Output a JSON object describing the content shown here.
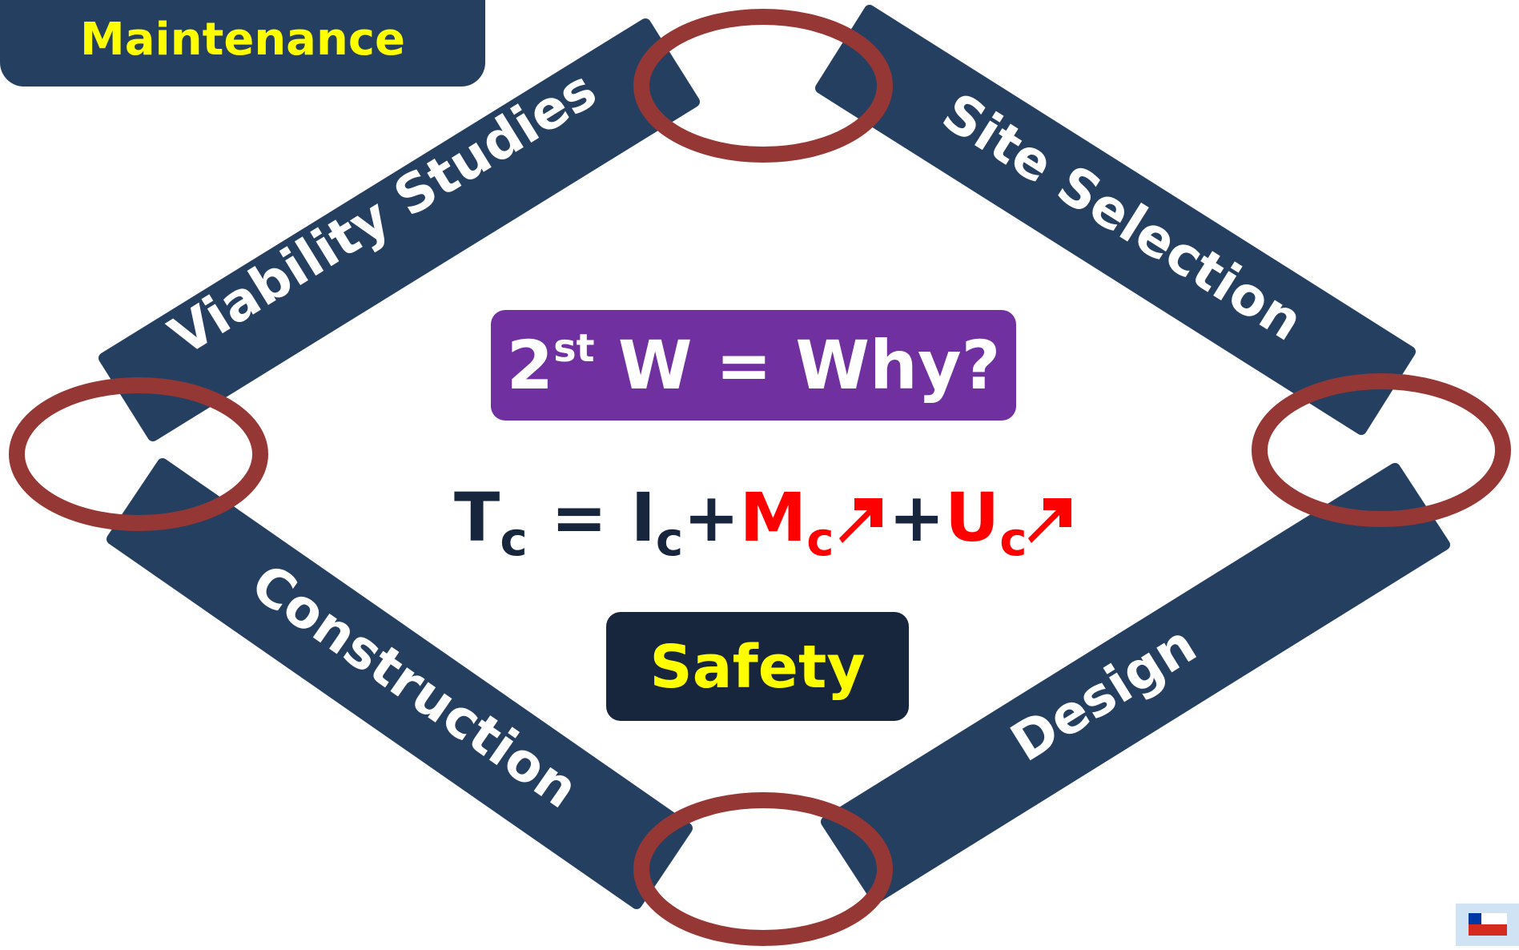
{
  "top_left_label": "Maintenance",
  "center_title": {
    "base": "2",
    "superscript": "st",
    "rest": " W = Why?"
  },
  "equation": {
    "lhs": "T",
    "lhs_sub": "c",
    "equals": " = ",
    "term1": "I",
    "term1_sub": "c",
    "plus1": "+",
    "term2": "M",
    "term2_sub": "c",
    "plus2": "+",
    "term3": "U",
    "term3_sub": "c"
  },
  "bottom_center_label": "Safety",
  "phases": {
    "viability": "Viability Studies",
    "site": "Site Selection",
    "design": "Design",
    "construction": "Construction"
  },
  "colors": {
    "band": "#253f61",
    "ring": "#953735",
    "purple": "#7030a0",
    "dark_box": "#17253d",
    "yellow": "#ffff00",
    "red": "#ff0000",
    "navy_text": "#17253d"
  }
}
